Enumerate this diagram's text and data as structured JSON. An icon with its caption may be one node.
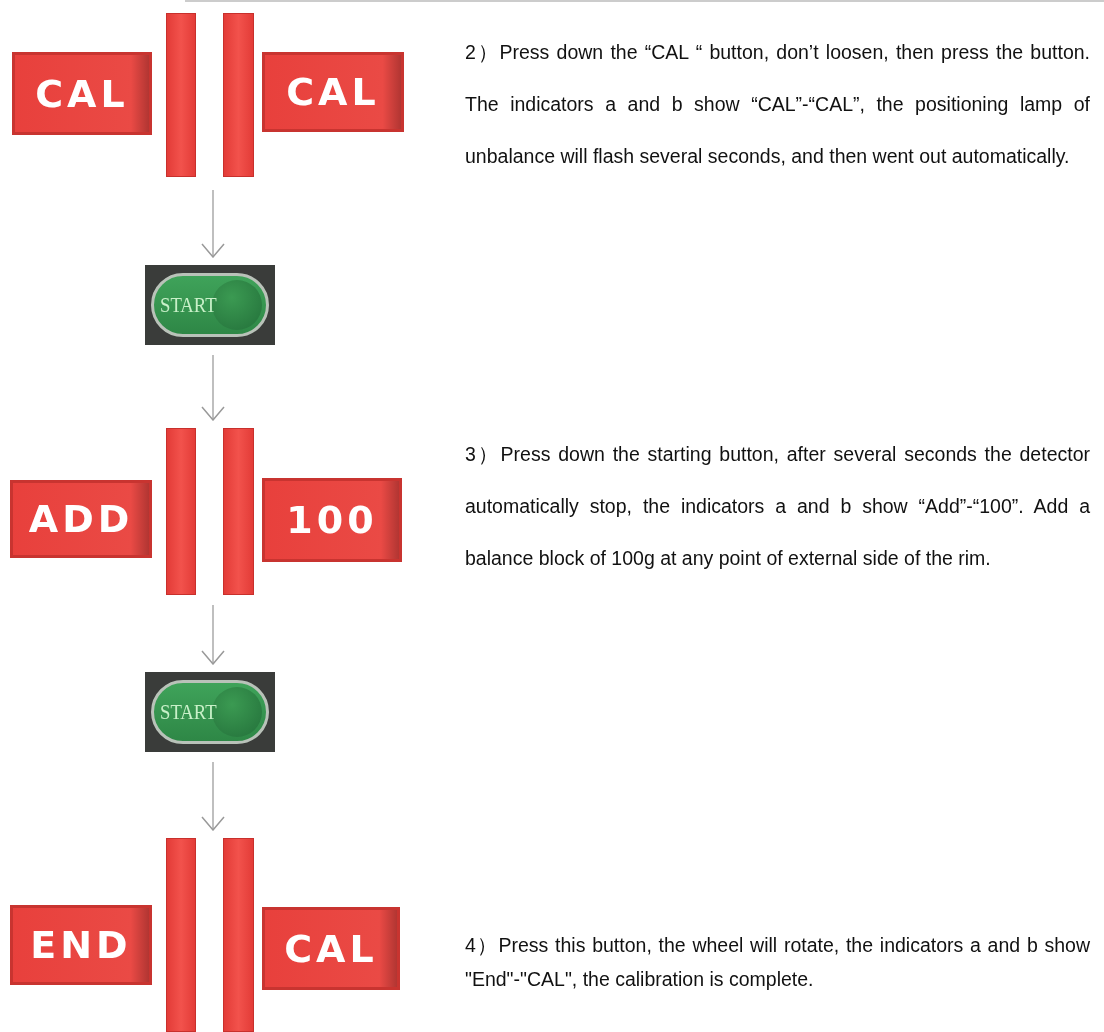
{
  "diagram": {
    "nodes": [
      {
        "text": [
          "CAL"
        ]
      },
      {
        "text": [],
        "shape": "bar"
      },
      {
        "text": [],
        "shape": "bar"
      },
      {
        "text": [
          "CAL"
        ]
      },
      {
        "text": [
          "START"
        ]
      },
      {
        "text": [
          "ADD"
        ]
      },
      {
        "text": [],
        "shape": "bar"
      },
      {
        "text": [],
        "shape": "bar"
      },
      {
        "text": [
          "100"
        ]
      },
      {
        "text": [
          "START"
        ]
      },
      {
        "text": [
          "END"
        ]
      },
      {
        "text": [],
        "shape": "bar"
      },
      {
        "text": [],
        "shape": "bar"
      },
      {
        "text": [
          "CAL"
        ]
      }
    ],
    "edges": [
      {
        "from": null,
        "to": 4,
        "arrow": "to"
      },
      {
        "from": 4,
        "to": 7,
        "arrow": "to"
      },
      {
        "from": null,
        "to": 9,
        "arrow": "to"
      },
      {
        "from": 9,
        "to": 12,
        "arrow": "to"
      }
    ],
    "labels": [
      "2）Press down the “CAL “ button, don’t loosen, then press the button. The indicators a and b show “CAL”-“CAL”, the positioning lamp of unbalance will flash several seconds, and then went out automatically.",
      "3）Press down the starting button, after several seconds the detector automatically stop, the indicators a and b show “Add”-“100”. Add a balance block of 100g at any point of external side of the rim.",
      "4）Press this button, the wheel will rotate, the indicators a and b show \"End\"-\"CAL\", the calibration is complete."
    ]
  }
}
